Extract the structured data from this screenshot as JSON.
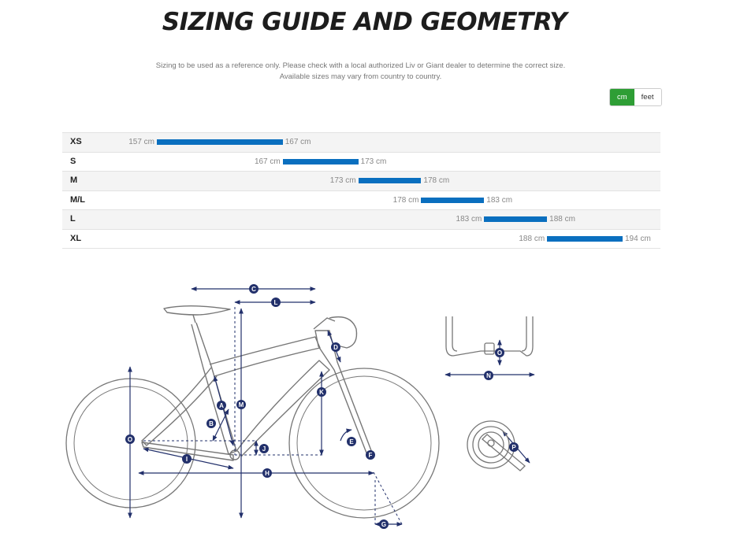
{
  "page": {
    "title": "SIZING GUIDE AND GEOMETRY",
    "note_line1": "Sizing to be used as a reference only. Please check with a local authorized Liv or Giant dealer to determine the correct size.",
    "note_line2": "Available sizes may vary from country to country."
  },
  "units": {
    "options": [
      "cm",
      "feet"
    ],
    "selected": "cm",
    "active_color": "#2e9e35"
  },
  "sizes": [
    {
      "label": "XS",
      "min": 157,
      "max": 167,
      "min_text": "157 cm",
      "max_text": "167 cm"
    },
    {
      "label": "S",
      "min": 167,
      "max": 173,
      "min_text": "167 cm",
      "max_text": "173 cm"
    },
    {
      "label": "M",
      "min": 173,
      "max": 178,
      "min_text": "173 cm",
      "max_text": "178 cm"
    },
    {
      "label": "M/L",
      "min": 178,
      "max": 183,
      "min_text": "178 cm",
      "max_text": "183 cm"
    },
    {
      "label": "L",
      "min": 183,
      "max": 188,
      "min_text": "183 cm",
      "max_text": "188 cm"
    },
    {
      "label": "XL",
      "min": 188,
      "max": 194,
      "min_text": "188 cm",
      "max_text": "194 cm"
    }
  ],
  "bar_color": "#0a6fbf",
  "geometry_markers": [
    "A",
    "B",
    "C",
    "D",
    "E",
    "F",
    "G",
    "H",
    "I",
    "J",
    "K",
    "L",
    "M",
    "N",
    "O",
    "P"
  ],
  "wheel_marker": "O"
}
